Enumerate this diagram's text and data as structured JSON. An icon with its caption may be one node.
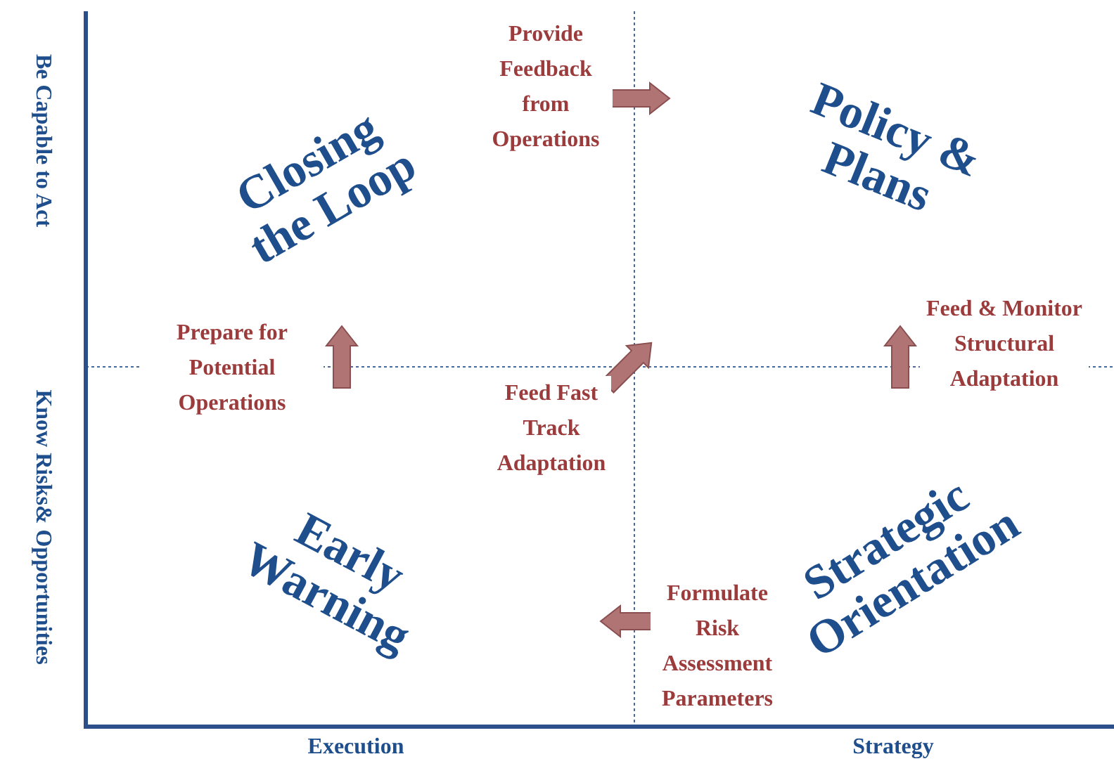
{
  "diagram": {
    "labels": [
      "Provide Feedback from Operations",
      "Policy & Plans",
      "Be Capable to Act",
      "Closing the Loop",
      "Prepare for Potential Operations",
      "Feed & Monitor Structural Adaptation",
      "Feed Fast Track Adaptation",
      "Strategic Orientation",
      "Know Risks& Opportunities",
      "Early Warning",
      "Formulate Risk Assessment Parameters",
      "Execution",
      "Strategy"
    ]
  }
}
